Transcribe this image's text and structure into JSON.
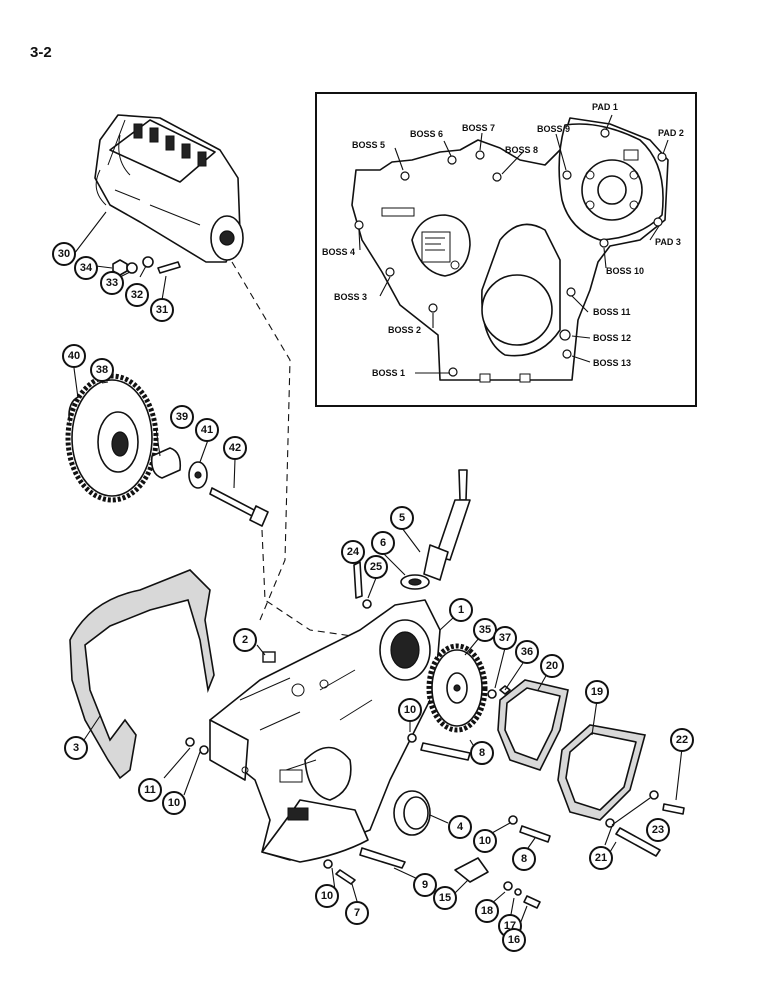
{
  "page_number": "3-2",
  "callouts": [
    {
      "id": "c30",
      "label": "30"
    },
    {
      "id": "c34",
      "label": "34"
    },
    {
      "id": "c33",
      "label": "33"
    },
    {
      "id": "c32",
      "label": "32"
    },
    {
      "id": "c31",
      "label": "31"
    },
    {
      "id": "c40",
      "label": "40"
    },
    {
      "id": "c38",
      "label": "38"
    },
    {
      "id": "c39",
      "label": "39"
    },
    {
      "id": "c41",
      "label": "41"
    },
    {
      "id": "c42",
      "label": "42"
    },
    {
      "id": "c5",
      "label": "5"
    },
    {
      "id": "c6",
      "label": "6"
    },
    {
      "id": "c24",
      "label": "24"
    },
    {
      "id": "c25",
      "label": "25"
    },
    {
      "id": "c1",
      "label": "1"
    },
    {
      "id": "c35",
      "label": "35"
    },
    {
      "id": "c37",
      "label": "37"
    },
    {
      "id": "c36",
      "label": "36"
    },
    {
      "id": "c20",
      "label": "20"
    },
    {
      "id": "c19",
      "label": "19"
    },
    {
      "id": "c22",
      "label": "22"
    },
    {
      "id": "c2",
      "label": "2"
    },
    {
      "id": "c3",
      "label": "3"
    },
    {
      "id": "c11",
      "label": "11"
    },
    {
      "id": "c10a",
      "label": "10"
    },
    {
      "id": "c10b",
      "label": "10"
    },
    {
      "id": "c8a",
      "label": "8"
    },
    {
      "id": "c4",
      "label": "4"
    },
    {
      "id": "c10c",
      "label": "10"
    },
    {
      "id": "c8b",
      "label": "8"
    },
    {
      "id": "c23",
      "label": "23"
    },
    {
      "id": "c21",
      "label": "21"
    },
    {
      "id": "c9",
      "label": "9"
    },
    {
      "id": "c15",
      "label": "15"
    },
    {
      "id": "c18",
      "label": "18"
    },
    {
      "id": "c17",
      "label": "17"
    },
    {
      "id": "c16",
      "label": "16"
    },
    {
      "id": "c10d",
      "label": "10"
    },
    {
      "id": "c7",
      "label": "7"
    }
  ],
  "inset_labels": [
    {
      "id": "pad1",
      "text": "PAD 1"
    },
    {
      "id": "pad2",
      "text": "PAD 2"
    },
    {
      "id": "pad3",
      "text": "PAD 3"
    },
    {
      "id": "boss1",
      "text": "BOSS 1"
    },
    {
      "id": "boss2",
      "text": "BOSS 2"
    },
    {
      "id": "boss3",
      "text": "BOSS 3"
    },
    {
      "id": "boss4",
      "text": "BOSS 4"
    },
    {
      "id": "boss5",
      "text": "BOSS 5"
    },
    {
      "id": "boss6",
      "text": "BOSS 6"
    },
    {
      "id": "boss7",
      "text": "BOSS 7"
    },
    {
      "id": "boss8",
      "text": "BOSS 8"
    },
    {
      "id": "boss9",
      "text": "BOSS 9"
    },
    {
      "id": "boss10",
      "text": "BOSS 10"
    },
    {
      "id": "boss11",
      "text": "BOSS 11"
    },
    {
      "id": "boss12",
      "text": "BOSS 12"
    },
    {
      "id": "boss13",
      "text": "BOSS 13"
    }
  ]
}
